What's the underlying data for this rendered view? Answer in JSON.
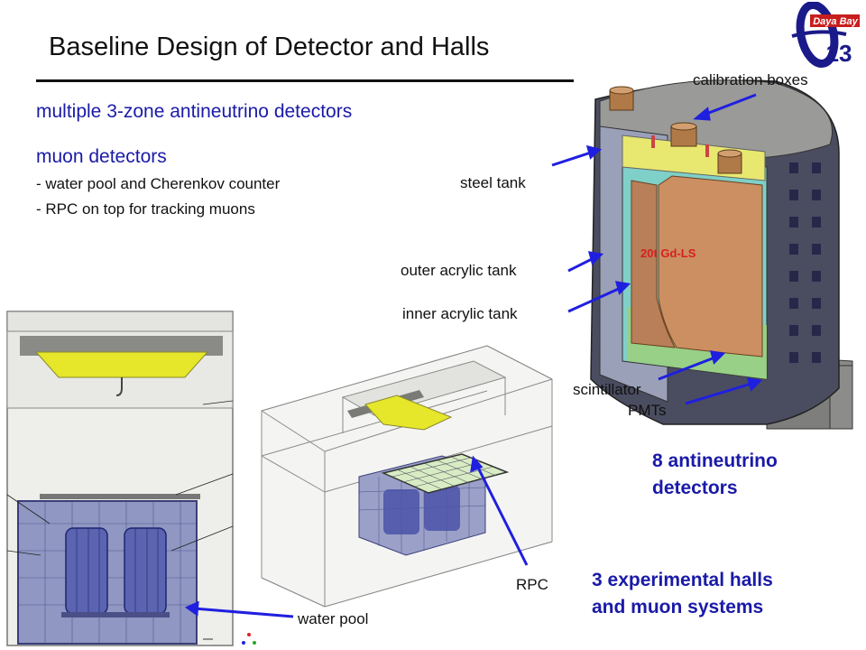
{
  "slide": {
    "title": "Baseline Design of Detector and Halls",
    "bullet1": "multiple 3-zone antineutrino detectors",
    "bullet2": "muon detectors",
    "sub1": "- water pool and Cherenkov counter",
    "sub2": "- RPC on top for tracking muons"
  },
  "logo": {
    "text": "Daya Bay",
    "digits": "13"
  },
  "labels": {
    "calibration": "calibration boxes",
    "steel": "steel tank",
    "outer_acrylic": "outer acrylic tank",
    "inner_acrylic": "inner acrylic tank",
    "gdls": "20t Gd-LS",
    "scintillator": "scintillator",
    "pmts": "PMTs",
    "rpc": "RPC",
    "water_pool": "water pool"
  },
  "callouts": {
    "detectors_line1": "8 antineutrino",
    "detectors_line2": "detectors",
    "halls_line1": "3 experimental halls",
    "halls_line2": "and muon systems"
  },
  "colors": {
    "accent_blue": "#1a1aa8",
    "arrow_blue": "#1f1fe0",
    "gdls_red": "#d62020"
  }
}
